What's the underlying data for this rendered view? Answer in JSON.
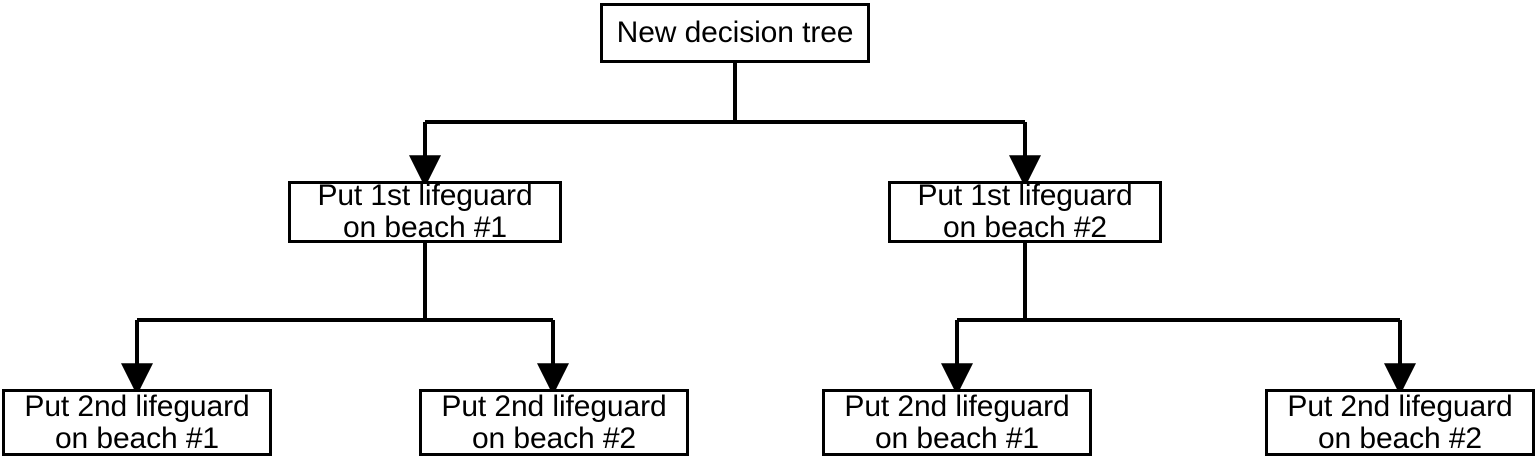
{
  "diagram": {
    "type": "decision-tree",
    "title": "New decision tree",
    "orientation": "top-down",
    "colors": {
      "stroke": "#000000",
      "fill": "#ffffff",
      "text": "#000000"
    },
    "levels": 3,
    "nodes": {
      "root": {
        "id": "root",
        "label": "New decision tree",
        "level": 0
      },
      "level2": [
        {
          "id": "l2-beach1",
          "label": "Put 1st lifeguard\non beach #1",
          "line1": "Put 1st lifeguard",
          "line2": "on beach #1",
          "level": 1
        },
        {
          "id": "l2-beach2",
          "label": "Put 1st lifeguard\non beach #2",
          "line1": "Put 1st lifeguard",
          "line2": "on beach #2",
          "level": 1
        }
      ],
      "level3": [
        {
          "id": "l3-a",
          "label": "Put 2nd lifeguard\non beach #1",
          "line1": "Put 2nd lifeguard",
          "line2": "on beach #1",
          "level": 2,
          "parent": "l2-beach1"
        },
        {
          "id": "l3-b",
          "label": "Put 2nd lifeguard\non beach #2",
          "line1": "Put 2nd lifeguard",
          "line2": "on beach #2",
          "level": 2,
          "parent": "l2-beach1"
        },
        {
          "id": "l3-c",
          "label": "Put 2nd lifeguard\non beach #1",
          "line1": "Put 2nd lifeguard",
          "line2": "on beach #1",
          "level": 2,
          "parent": "l2-beach2"
        },
        {
          "id": "l3-d",
          "label": "Put 2nd lifeguard\non beach #2",
          "line1": "Put 2nd lifeguard",
          "line2": "on beach #2",
          "level": 2,
          "parent": "l2-beach2"
        }
      ]
    },
    "edges": [
      {
        "from": "root",
        "to": "l2-beach1",
        "arrow": "down"
      },
      {
        "from": "root",
        "to": "l2-beach2",
        "arrow": "down"
      },
      {
        "from": "l2-beach1",
        "to": "l3-a",
        "arrow": "down"
      },
      {
        "from": "l2-beach1",
        "to": "l3-b",
        "arrow": "down"
      },
      {
        "from": "l2-beach2",
        "to": "l3-c",
        "arrow": "down"
      },
      {
        "from": "l2-beach2",
        "to": "l3-d",
        "arrow": "down"
      }
    ]
  }
}
